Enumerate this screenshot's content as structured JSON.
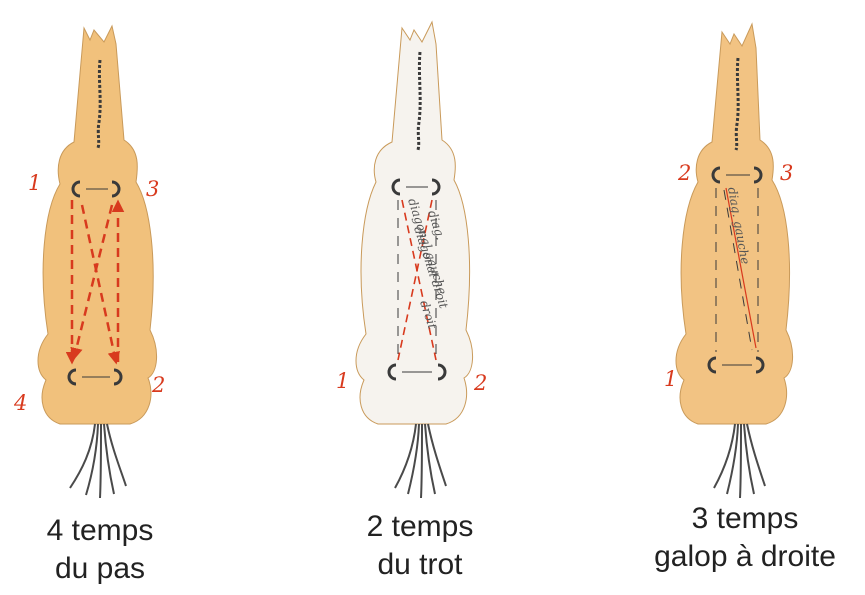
{
  "gaits": [
    {
      "id": "walk",
      "caption_line1": "4 temps",
      "caption_line2": "du  pas",
      "body_color": "#f1c17c",
      "hoof_labels": [
        "1",
        "3",
        "4",
        "2"
      ]
    },
    {
      "id": "trot",
      "caption_line1": "2 temps",
      "caption_line2": "du trot",
      "body_color": "#f6f3ee",
      "hoof_labels": [
        "1",
        "2"
      ],
      "notes": [
        "diag.",
        "diagonal gauche",
        "diagonal droit",
        "droit"
      ]
    },
    {
      "id": "gallop",
      "caption_line1": "3 temps",
      "caption_line2": "galop à droite",
      "body_color": "#f2c383",
      "hoof_labels": [
        "2",
        "3",
        "1"
      ],
      "notes": [
        "diag. gauche"
      ]
    }
  ],
  "colors": {
    "ink_red": "#d83a1e",
    "hoof_ink": "#3a3a3a",
    "tail": "#4a4a4a",
    "mane": "#3a3a3a"
  }
}
